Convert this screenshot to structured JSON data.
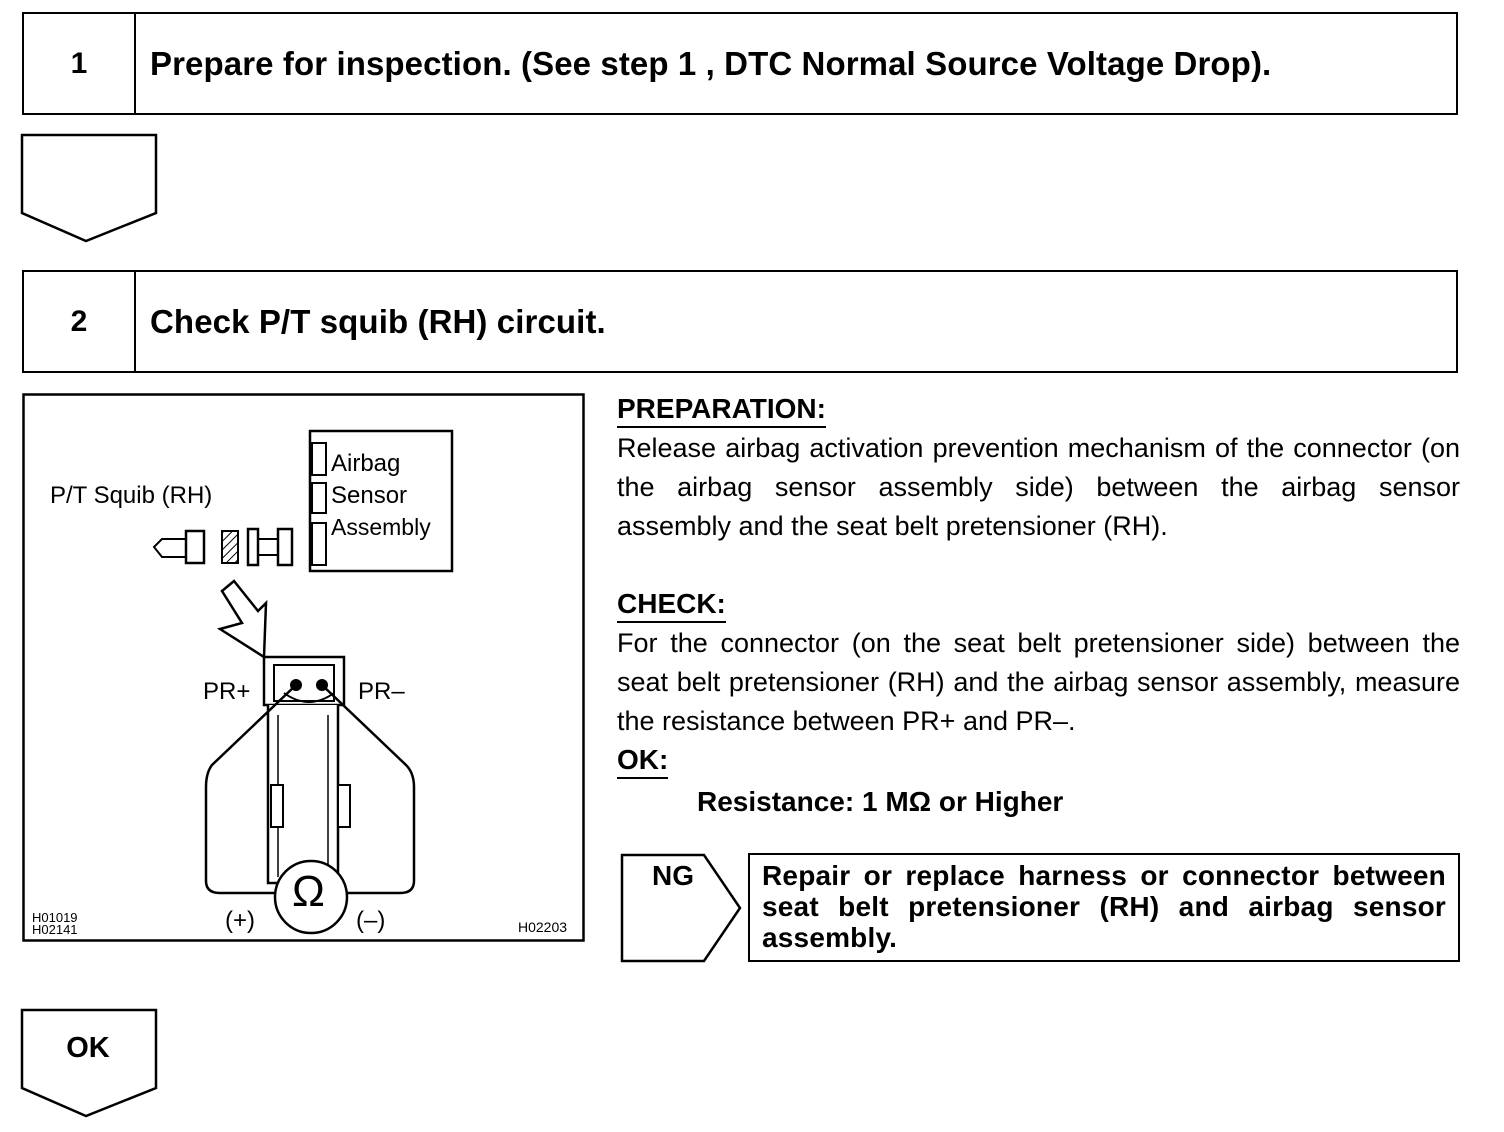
{
  "steps": [
    {
      "number": "1",
      "title": "Prepare for inspection. (See step 1 , DTC Normal Source Voltage Drop)."
    },
    {
      "number": "2",
      "title": "Check P/T squib (RH) circuit."
    }
  ],
  "figure": {
    "label_pt_squib": "P/T Squib (RH)",
    "label_airbag": "Airbag",
    "label_sensor": "Sensor",
    "label_assembly": "Assembly",
    "label_pr_plus": "PR+",
    "label_pr_minus": "PR–",
    "label_plus": "(+)",
    "label_minus": "(–)",
    "ohm_symbol": "Ω",
    "code_1": "H01019",
    "code_2": "H02141",
    "code_3": "H02203"
  },
  "preparation": {
    "heading": "PREPARATION:",
    "text": "Release airbag activation prevention mechanism of the connector (on the airbag sensor assembly side) between the airbag sensor assembly and the seat belt pretensioner (RH)."
  },
  "check": {
    "heading": "CHECK:",
    "text": "For the connector (on the seat belt pretensioner side) between the seat belt pretensioner (RH) and the airbag sensor assembly, measure the resistance between PR+ and PR–."
  },
  "ok_spec": {
    "heading": "OK:",
    "text": "Resistance: 1 MΩ or Higher"
  },
  "ng": {
    "label": "NG",
    "action": "Repair or replace harness or connector between seat belt pretensioner (RH) and airbag sensor assembly."
  },
  "ok_arrow": {
    "label": "OK"
  }
}
